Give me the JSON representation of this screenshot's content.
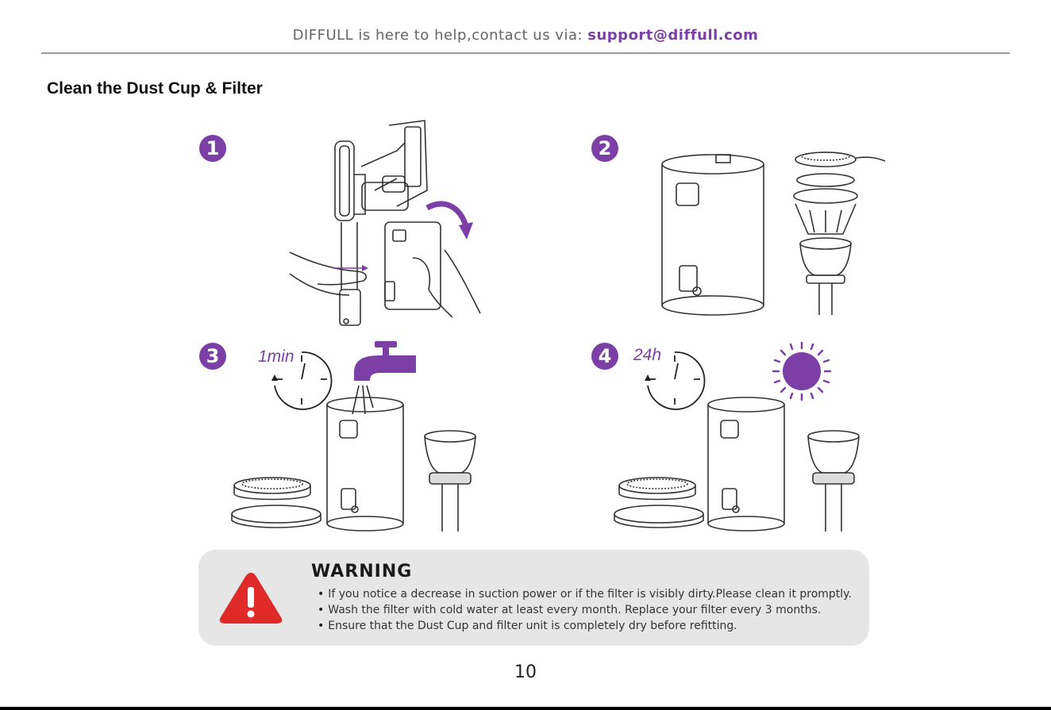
{
  "header": {
    "prefix": "DIFFULL is here to help,contact us via: ",
    "email": "support@diffull.com"
  },
  "section": {
    "title": "Clean the Dust Cup & Filter"
  },
  "steps": [
    {
      "number": "1"
    },
    {
      "number": "2"
    },
    {
      "number": "3",
      "timer": "1min"
    },
    {
      "number": "4",
      "timer": "24h"
    }
  ],
  "warning": {
    "title": "WARNING",
    "items": [
      "If you notice a decrease in suction power or if the filter is visibly dirty.Please clean it promptly.",
      "Wash the filter with cold water at least every month. Replace your filter every 3 months.",
      "Ensure that the Dust Cup and filter unit is completely dry before refitting."
    ]
  },
  "page_number": "10",
  "colors": {
    "accent": "#7b3fa6",
    "warning_red": "#e02a2a",
    "warning_bg": "#e6e6e6"
  }
}
